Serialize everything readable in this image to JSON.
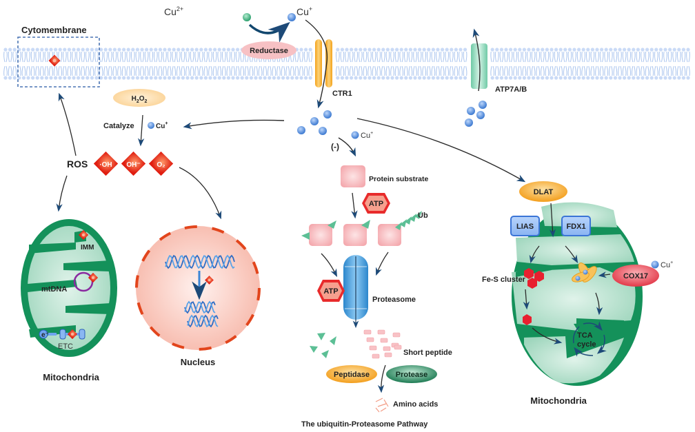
{
  "membrane": {
    "label": "Cytomembrane",
    "transporters": {
      "import": "CTR1",
      "export": "ATP7A/B"
    },
    "reductase": "Reductase",
    "ions": {
      "cu2": "Cu",
      "cu2_sup": "2+",
      "cu1": "Cu",
      "cu1_sup": "+"
    }
  },
  "ros_branch": {
    "h2o2": "H2O2",
    "catalyze": "Catalyze",
    "cu_label": "Cu",
    "cu_sup": "+",
    "ros_label": "ROS",
    "species": [
      "·OH",
      "OH⁻",
      "O₂"
    ],
    "mito_left": {
      "title": "Mitochondria",
      "imm": "IMM",
      "mtdna": "mtDNA",
      "etc": "ETC",
      "electron": "e⁻"
    },
    "nucleus": {
      "title": "Nucleus"
    }
  },
  "ups_branch": {
    "inhibit": "(-)",
    "cu_label": "Cu",
    "cu_sup": "+",
    "protein_substrate": "Protein substrate",
    "atp": "ATP",
    "ub": "Ub",
    "proteasome": "Proteasome",
    "short_peptide": "Short peptide",
    "peptidase": "Peptidase",
    "protease": "Protease",
    "amino_acids": "Amino acids",
    "title": "The ubiquitin-Proteasome Pathway"
  },
  "mito_right": {
    "title": "Mitochondria",
    "dlat": "DLAT",
    "lias": "LIAS",
    "fdx1": "FDX1",
    "fes": "Fe-S cluster",
    "cox17": "COX17",
    "cu_label": "Cu",
    "cu_sup": "+",
    "tca_line1": "TCA",
    "tca_line2": "cycle"
  },
  "colors": {
    "membrane": "#a9c4ee",
    "copper_ion": "#4a86d8",
    "copper2_ion": "#3fb37f",
    "arrow": "#2a2a2a",
    "arrowhead": "#1d4a78",
    "ros_red": "#e8361e",
    "mito_outer": "#0e8a55",
    "mito_inner": "#bfe3d3",
    "nucleus_fill": "#fbd3cb",
    "nucleus_rim": "#e2451c",
    "atp_red": "#e82b2b",
    "protein_pink": "#f6b7bc",
    "ub_green": "#5cbf95",
    "proteasome_blue": "#3e9fe0",
    "peptidase_orange": "#f7b33c",
    "protease_green": "#1f7d55",
    "dlat_orange": "#f6b13d",
    "box_blue": "#5a92e6",
    "cox17_red": "#e74d5b"
  }
}
